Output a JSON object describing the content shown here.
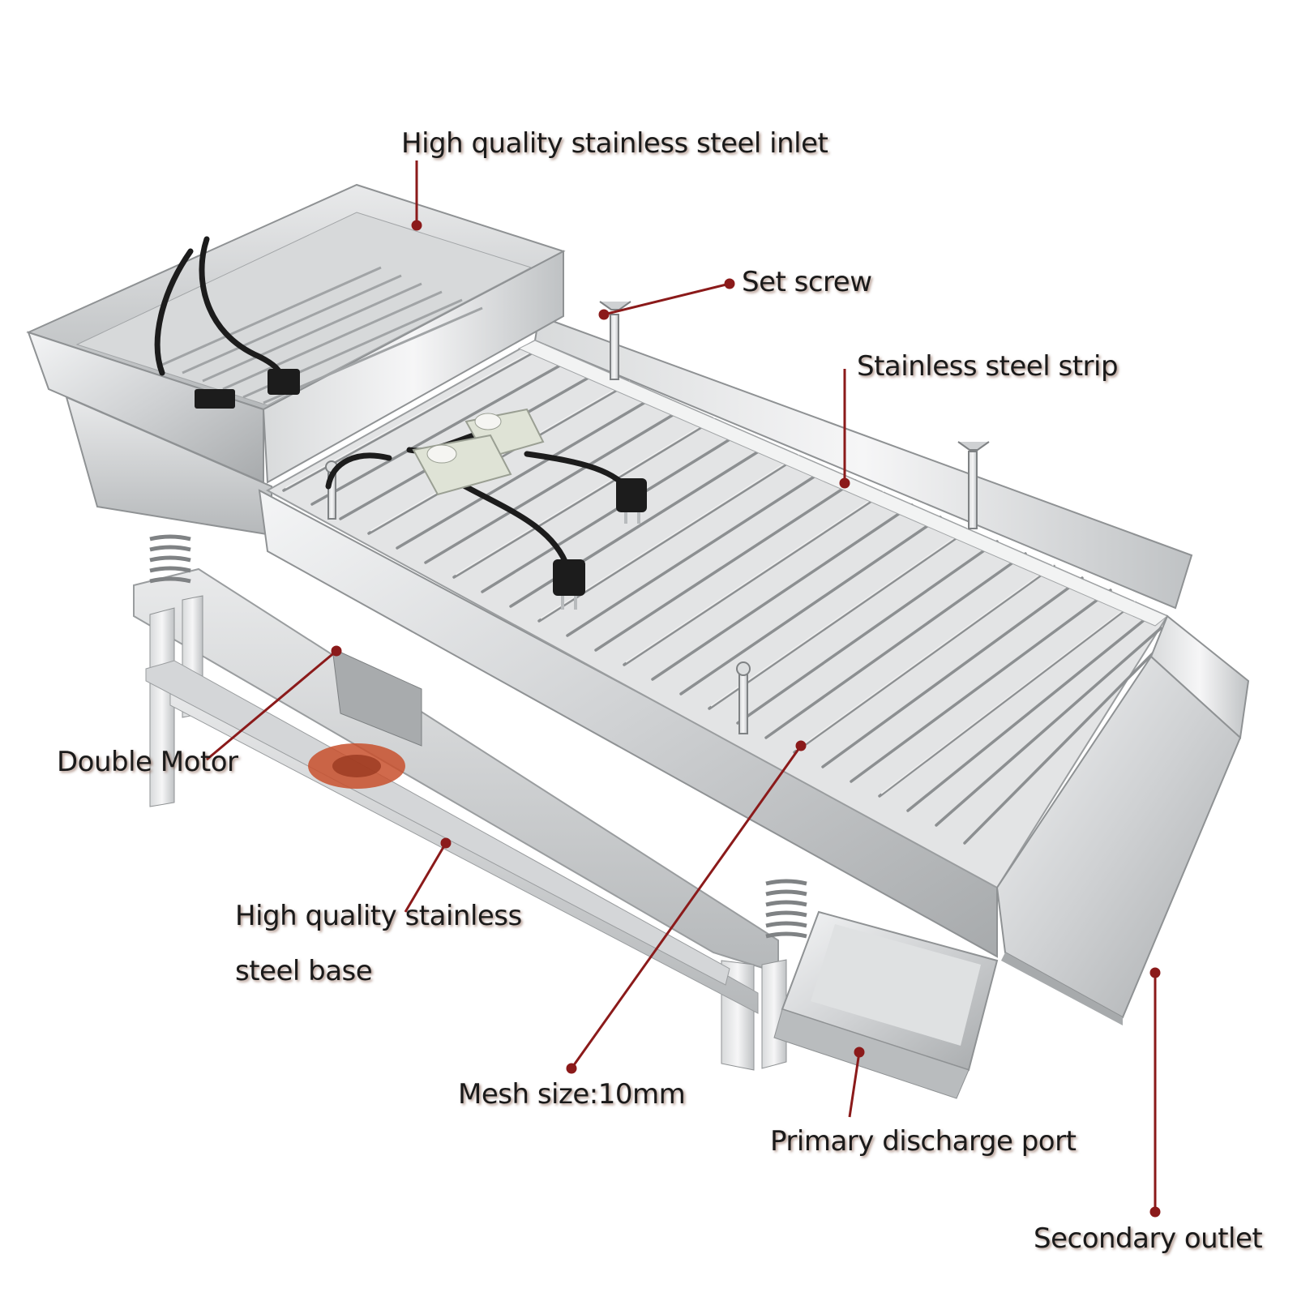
{
  "colors": {
    "leader_line": "#8b1a1a",
    "label_text": "#1a1a1a",
    "steel_light": "#e8e9ea",
    "steel_mid": "#c4c6c8",
    "steel_dark": "#8d9092",
    "cable": "#1c1c1c",
    "motor_red": "#c8502d",
    "control_box": "#dfe3d6"
  },
  "icons": [
    "control-knob-icon",
    "power-plug-icon"
  ],
  "labels": {
    "inlet": "High quality stainless steel inlet",
    "set_screw": "Set screw",
    "strip": "Stainless steel strip",
    "motor": "Double Motor",
    "base_line1": "High quality stainless",
    "base_line2": "steel base",
    "mesh": "Mesh size:10mm",
    "primary_port": "Primary discharge port",
    "secondary_outlet": "Secondary outlet"
  }
}
